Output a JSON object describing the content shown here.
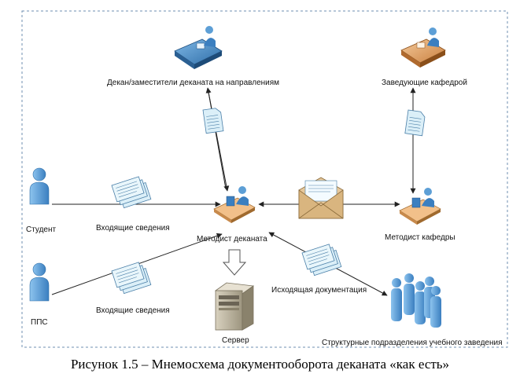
{
  "labels": {
    "dean": "Декан/заместители деканата на направлениям",
    "heads": "Заведующие кафедрой",
    "student": "Студент",
    "incoming1": "Входящие сведения",
    "methodist_dean": "Методист деканата",
    "methodist_dept": "Методист кафедры",
    "pps": "ППС",
    "incoming2": "Входящие сведения",
    "outgoing": "Исходящая документация",
    "server": "Сервер",
    "structural": "Структурные подразделения учебного заведения"
  },
  "caption": "Рисунок 1.5 –  Мнемосхема документооборота деканата «как есть»",
  "colors": {
    "frame": "#6f8fb0",
    "arrow": "#333333",
    "person": "#5d9fd6",
    "person_dark": "#2f6ea8",
    "doc": "#dbeff8",
    "doc_stroke": "#4a7fa8",
    "envelope": "#e6c79a",
    "server": "#bdb49f",
    "arrowhead_white": "#ffffff"
  },
  "icons": [
    "desk-worker-icon",
    "person-icon",
    "documents-stack-icon",
    "document-icon",
    "envelope-icon",
    "server-icon",
    "group-icon",
    "down-arrow-icon"
  ]
}
